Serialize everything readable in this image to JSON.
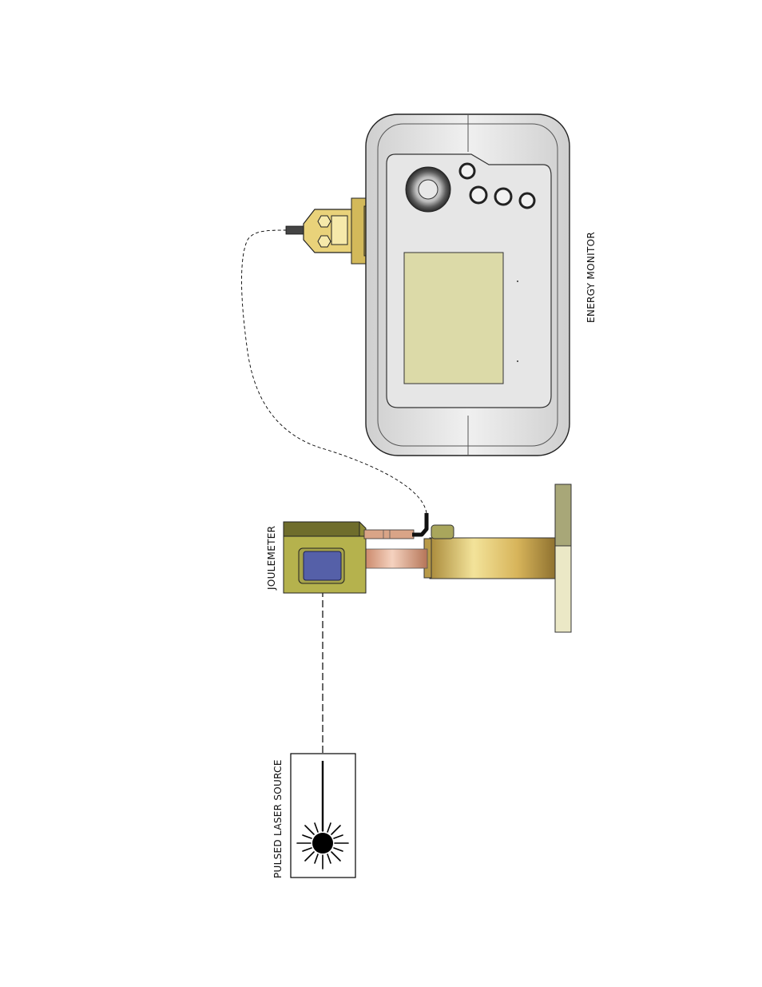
{
  "labels": {
    "laser": "PULSED LASER SOURCE",
    "joulemeter": "JOULEMETER",
    "monitor": "ENERGY MONITOR"
  },
  "colors": {
    "joulemeter_body": "#b5b24d",
    "sensor_window": "#5560a8",
    "monitor_screen": "#dcdaa8",
    "monitor_shell": "#e4e4e4",
    "connector": "#e9d27a",
    "stand_post": "#d6b25a",
    "stand_rod": "#d99a7a"
  },
  "icons": {
    "laser_symbol": "laser-warning-starburst-icon"
  }
}
